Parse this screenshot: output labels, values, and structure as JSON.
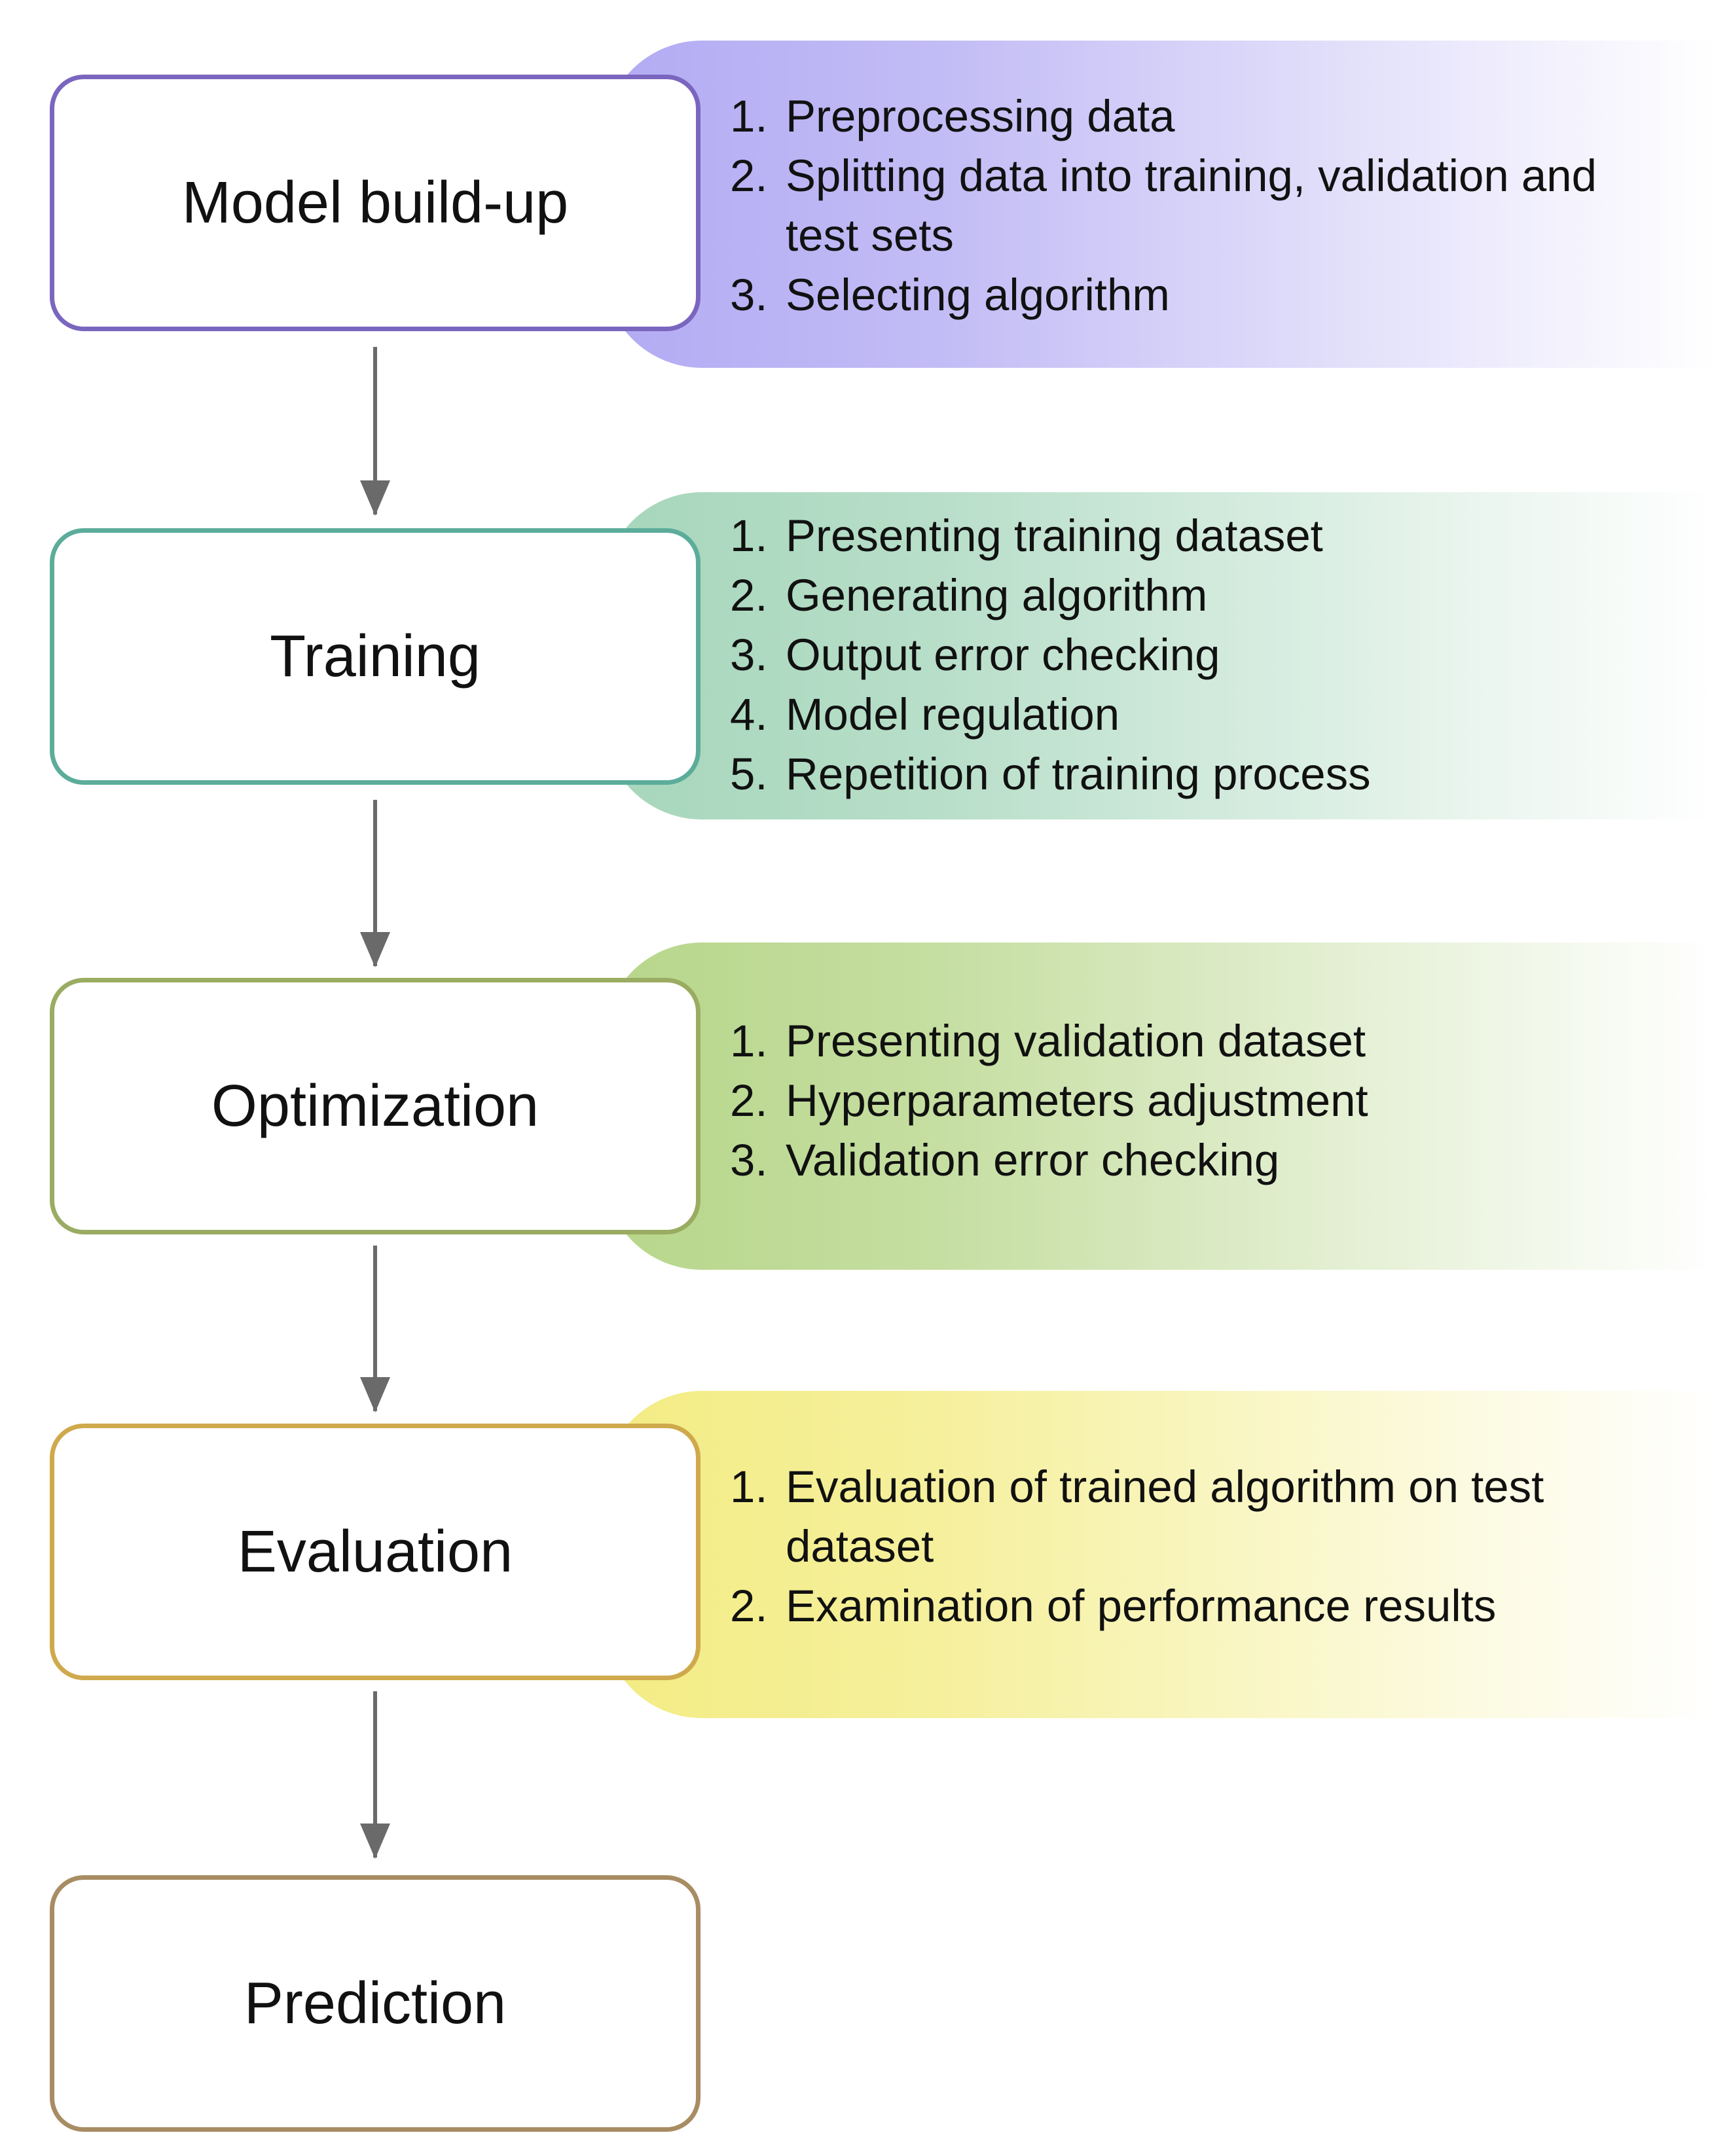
{
  "stages": [
    {
      "label": "Model build-up",
      "border_color": "#7a66be",
      "panel_color": "#b3abf3",
      "steps": [
        {
          "num": "1.",
          "text": "Preprocessing data"
        },
        {
          "num": "2.",
          "text": "Splitting data into training, validation and test sets"
        },
        {
          "num": "3.",
          "text": "Selecting algorithm"
        }
      ]
    },
    {
      "label": "Training",
      "border_color": "#5cac9a",
      "panel_color": "#a6d6bb",
      "steps": [
        {
          "num": "1.",
          "text": "Presenting training dataset"
        },
        {
          "num": "2.",
          "text": "Generating algorithm"
        },
        {
          "num": "3.",
          "text": "Output error checking"
        },
        {
          "num": "4.",
          "text": "Model regulation"
        },
        {
          "num": "5.",
          "text": "Repetition of training process"
        }
      ]
    },
    {
      "label": "Optimization",
      "border_color": "#9aac62",
      "panel_color": "#b7d68a",
      "steps": [
        {
          "num": "1.",
          "text": "Presenting validation dataset"
        },
        {
          "num": "2.",
          "text": "Hyperparameters adjustment"
        },
        {
          "num": "3.",
          "text": "Validation error checking"
        }
      ]
    },
    {
      "label": "Evaluation",
      "border_color": "#cfa94c",
      "panel_color": "#f3ec84",
      "steps": [
        {
          "num": "1.",
          "text": "Evaluation of trained algorithm on test dataset"
        },
        {
          "num": "2.",
          "text": "Examination of performance results"
        }
      ]
    },
    {
      "label": "Prediction",
      "border_color": "#a88c63",
      "panel_color": "",
      "steps": []
    }
  ],
  "arrow_color": "#6a6a6a"
}
